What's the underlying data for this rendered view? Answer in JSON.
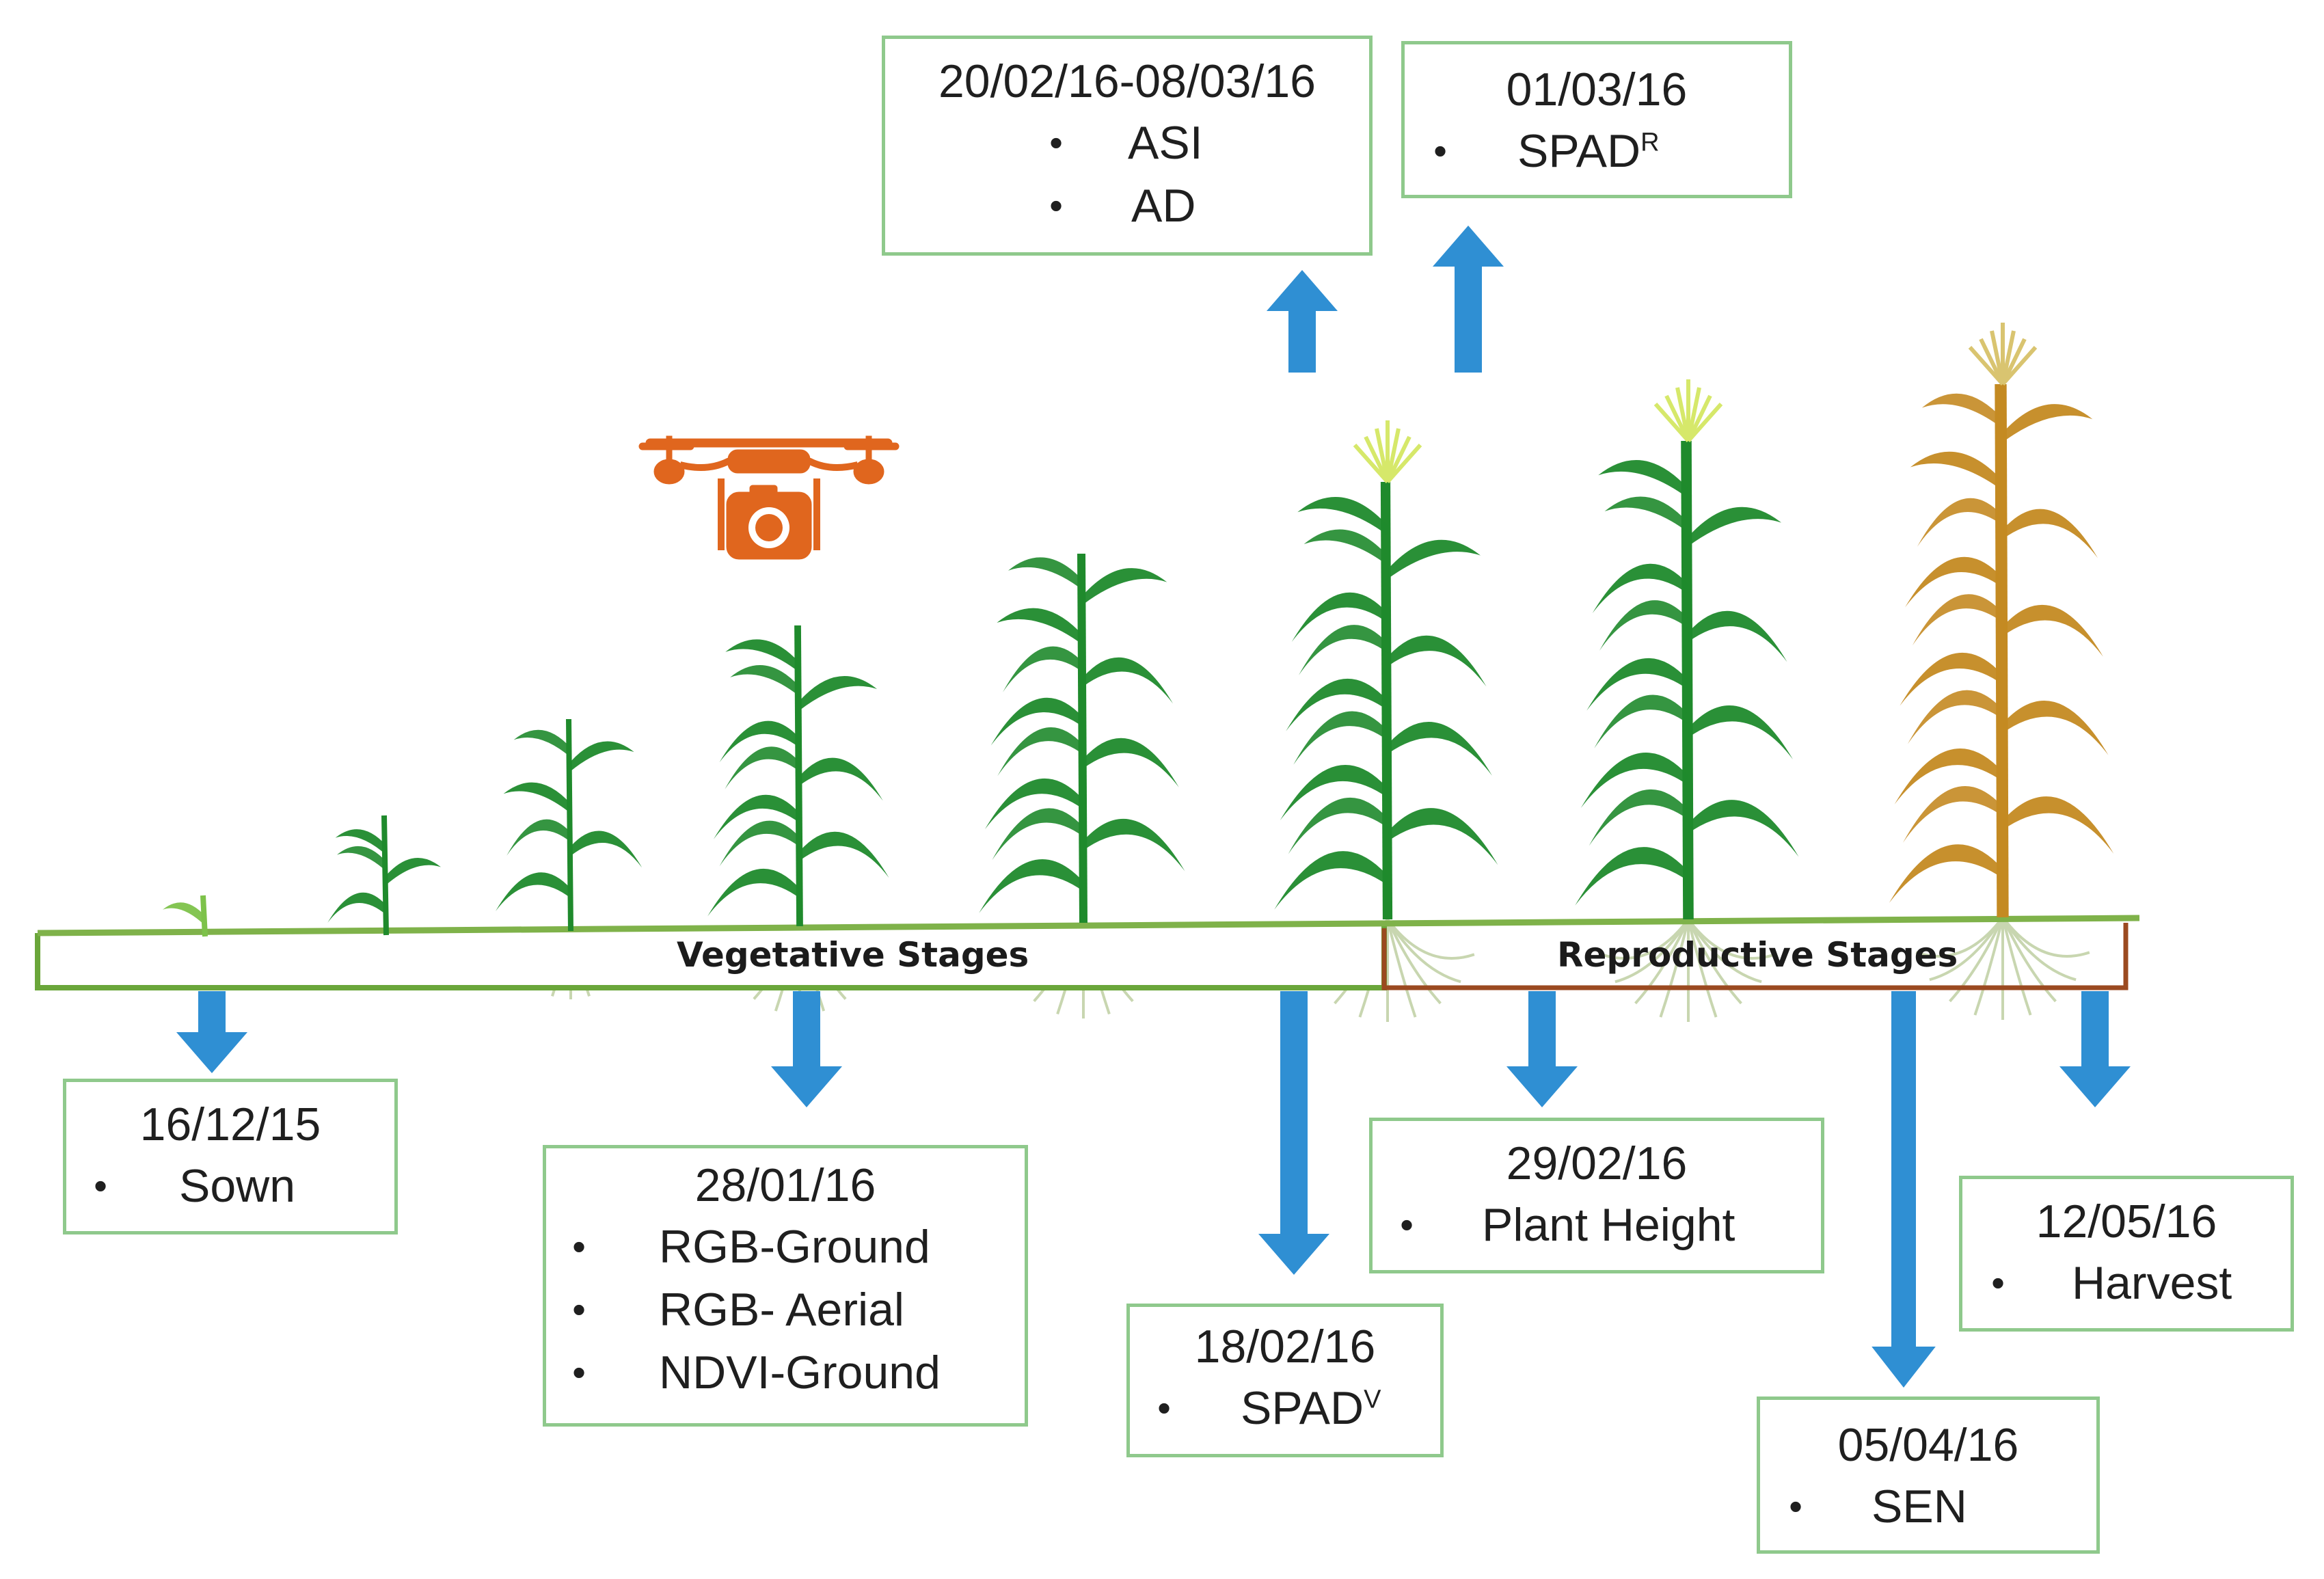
{
  "colors": {
    "arrow": "#2f8fd3",
    "box_border": "#8fc98c",
    "timeline_green": "#6aa63a",
    "reproductive_brown": "#9b4a20",
    "drone": "#e0661e",
    "plant_green": "#1f8a2c",
    "plant_yellow": "#c48a22"
  },
  "icons": {
    "drone": "drone-camera-icon"
  },
  "stages": {
    "vegetative": "Vegetative Stages",
    "reproductive": "Reproductive Stages"
  },
  "events": [
    {
      "date": "16/12/15",
      "items": [
        {
          "text": "Sown"
        }
      ]
    },
    {
      "date": "28/01/16",
      "items": [
        {
          "text": "RGB-Ground"
        },
        {
          "text": "RGB- Aerial"
        },
        {
          "text": "NDVI-Ground"
        }
      ]
    },
    {
      "date": "18/02/16",
      "items": [
        {
          "text": "SPAD",
          "sup": "V"
        }
      ]
    },
    {
      "date": "20/02/16-08/03/16",
      "items": [
        {
          "text": "ASI"
        },
        {
          "text": "AD"
        }
      ]
    },
    {
      "date": "29/02/16",
      "items": [
        {
          "text": "Plant Height"
        }
      ]
    },
    {
      "date": "01/03/16",
      "items": [
        {
          "text": "SPAD",
          "sup": "R"
        }
      ]
    },
    {
      "date": "05/04/16",
      "items": [
        {
          "text": "SEN"
        }
      ]
    },
    {
      "date": "12/05/16",
      "items": [
        {
          "text": "Harvest"
        }
      ]
    }
  ]
}
